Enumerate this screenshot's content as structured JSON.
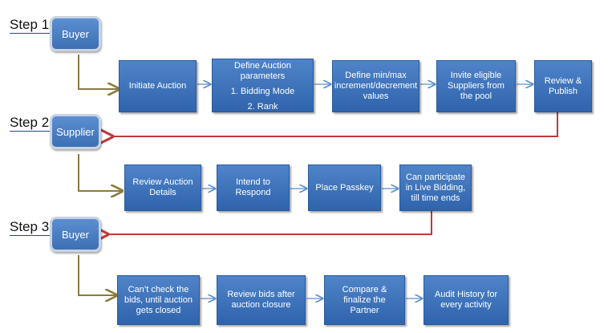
{
  "steps": [
    {
      "label": "Step 1",
      "role": "Buyer",
      "tasks": [
        "Initiate Auction",
        "Define Auction parameters",
        "Define min/max increment/decrement values",
        "Invite eligible Suppliers from the pool",
        "Review & Publish"
      ],
      "parameters": [
        "1. Bidding Mode",
        "2. Rank"
      ]
    },
    {
      "label": "Step 2",
      "role": "Supplier",
      "tasks": [
        "Review Auction Details",
        "Intend to Respond",
        "Place Passkey",
        "Can participate in Live Bidding, till time ends"
      ]
    },
    {
      "label": "Step 3",
      "role": "Buyer",
      "tasks": [
        "Can’t check the bids, until auction gets closed",
        "Review bids after auction closure",
        "Compare & finalize the Partner",
        "Audit History for every activity"
      ]
    }
  ],
  "colors": {
    "box": "#3a6fb8",
    "role": "#4a7fc4",
    "arrow": "#5b8fd0",
    "connector": "#8c7a3c",
    "return_arrow": "#c0393b"
  }
}
